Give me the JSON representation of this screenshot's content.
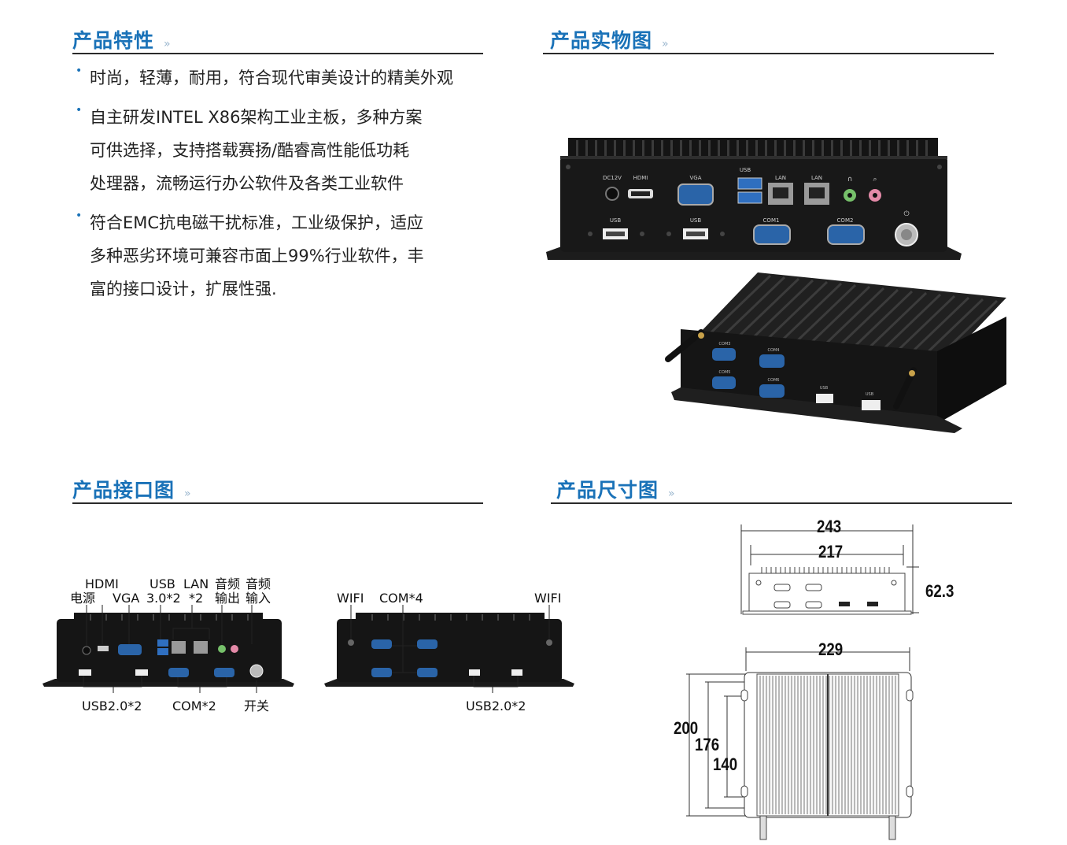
{
  "sections": {
    "features_title": "产品特性",
    "photos_title": "产品实物图",
    "interfaces_title": "产品接口图",
    "dimensions_title": "产品尺寸图",
    "arrow": "»"
  },
  "features": [
    [
      "时尚，轻薄，耐用，符合现代审美设计的精美外观"
    ],
    [
      "自主研发INTEL X86架构工业主板，多种方案",
      "可供选择，支持搭载赛扬/酷睿高性能低功耗",
      "处理器，流畅运行办公软件及各类工业软件"
    ],
    [
      "符合EMC抗电磁干扰标准，工业级保护，适应",
      "多种恶劣环境可兼容市面上99%行业软件，丰",
      "富的接口设计，扩展性强."
    ]
  ],
  "front_panel": {
    "top_labels": [
      "DC12V",
      "HDMI",
      "VGA",
      "USB",
      "LAN",
      "LAN"
    ],
    "bottom_labels": [
      "USB",
      "USB",
      "COM1",
      "COM2"
    ]
  },
  "back_panel": {
    "labels": [
      "COM3",
      "COM4",
      "COM5",
      "COM6",
      "USB",
      "USB"
    ]
  },
  "interface_labels": {
    "hdmi": "HDMI",
    "power": "电源",
    "vga": "VGA",
    "usb30_line1": "USB",
    "usb30_line2": "3.0*2",
    "lan_line1": "LAN",
    "lan_line2": "*2",
    "audio_out_line1": "音频",
    "audio_out_line2": "输出",
    "audio_in_line1": "音频",
    "audio_in_line2": "输入",
    "usb20_front": "USB2.0*2",
    "com2": "COM*2",
    "switch": "开关",
    "wifi_left": "WIFI",
    "com4": "COM*4",
    "wifi_right": "WIFI",
    "usb20_back": "USB2.0*2"
  },
  "dimensions": {
    "width_outer": "243",
    "width_inner": "217",
    "height": "62.3",
    "top_width": "229",
    "depth_outer": "200",
    "depth_mid": "176",
    "depth_inner": "140"
  }
}
